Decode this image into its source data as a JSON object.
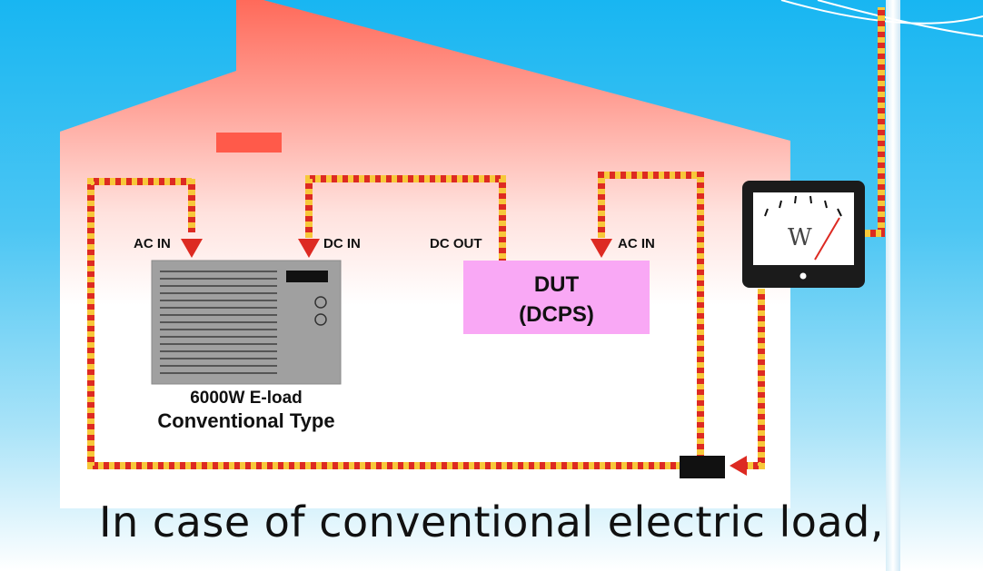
{
  "labels": {
    "eload_ac_in": "AC IN",
    "eload_dc_in": "DC IN",
    "dut_dc_out": "DC OUT",
    "dut_ac_in": "AC IN",
    "dut_line1": "DUT",
    "dut_line2": "(DCPS)",
    "eload_line1": "6000W E-load",
    "eload_line2": "Conventional Type",
    "meter_unit": "W"
  },
  "caption": "In case of conventional electric load,",
  "colors": {
    "sky_top": "#18b6f2",
    "house_roof": "#ff6a5a",
    "wire_red": "#dd2a22",
    "wire_yellow": "#f7c83a",
    "dut_fill": "#f9a8f5",
    "eload_fill": "#a0a0a0"
  }
}
